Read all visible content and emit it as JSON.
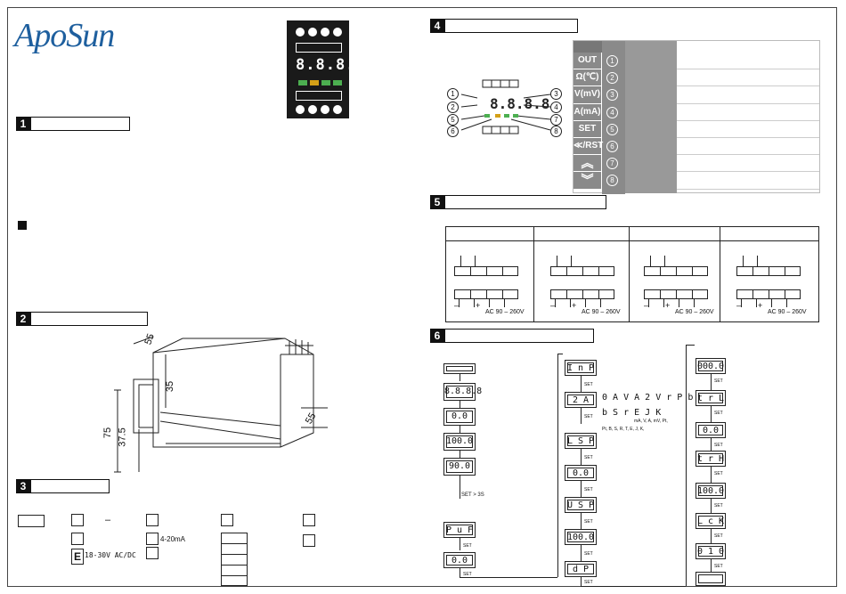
{
  "brand": {
    "logo": "ApoSun"
  },
  "sections": [
    {
      "num": "1"
    },
    {
      "num": "2"
    },
    {
      "num": "3"
    },
    {
      "num": "4"
    },
    {
      "num": "5"
    },
    {
      "num": "6"
    }
  ],
  "device": {
    "display": "8.8.8.8"
  },
  "dimensions": {
    "d55a": "55",
    "d35": "35",
    "d75": "75",
    "d375": "37.5",
    "d55b": "55"
  },
  "model_code": {
    "dash": "–",
    "power_code": "E",
    "power_label": "18-30V AC/DC",
    "output_label": "4-20mA"
  },
  "button_table": {
    "rows": [
      {
        "label": "OUT",
        "num": "1"
      },
      {
        "label": "Ω(℃)",
        "num": "2"
      },
      {
        "label": "V(mV)",
        "num": "3"
      },
      {
        "label": "A(mA)",
        "num": "4"
      },
      {
        "label": "SET",
        "num": "5"
      },
      {
        "label": "≪/RST",
        "num": "6"
      },
      {
        "label": "︽",
        "num": "7"
      },
      {
        "label": "︾",
        "num": "8"
      }
    ],
    "panel_callouts": [
      "1",
      "2",
      "3",
      "4",
      "5",
      "6",
      "7",
      "8"
    ]
  },
  "wiring": {
    "supply_label": "AC 90 – 260V",
    "minus": "–",
    "plus": "+"
  },
  "flow": {
    "col1": {
      "lcds": [
        "",
        "8.8.8.8",
        "0.0",
        "100.0",
        "90.0"
      ],
      "set_hold": "SET > 3S",
      "puf": "P u F",
      "puf_val": "0.0",
      "set": "SET"
    },
    "col2": {
      "lcds": [
        "I n P",
        "2 A",
        "L S P",
        "0.0",
        "U S P",
        "100.0",
        "d P"
      ],
      "input_codes_1": "0 A  V  A  2 V  r P b",
      "input_codes_2": "b S r E J K",
      "input_types_1": "mA, V, A, mV, Pt,",
      "input_types_2": "Pt, B, S, R, T, E, J, K,"
    },
    "col3": {
      "lcds": [
        "000.0",
        "t r L",
        "0.0",
        "t r H",
        "100.0",
        "L c K",
        "0 1 0",
        ""
      ]
    }
  }
}
